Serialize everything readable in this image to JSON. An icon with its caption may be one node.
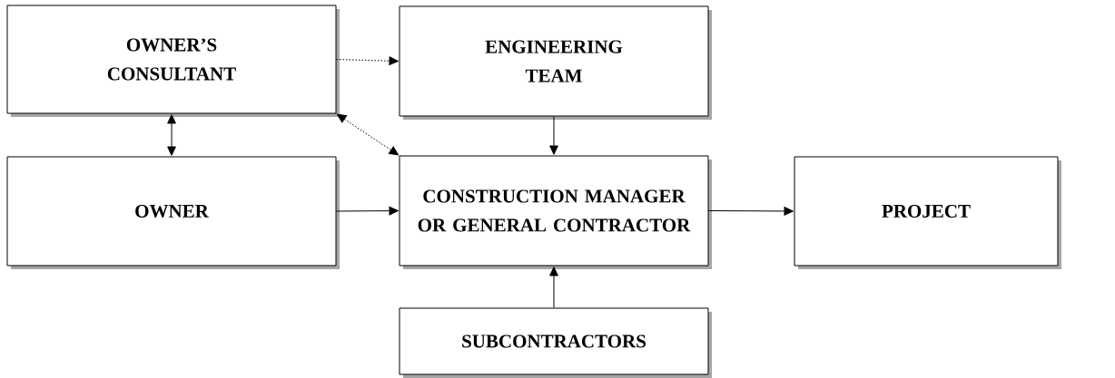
{
  "diagram": {
    "nodes": [
      {
        "text": [
          "OWNER’S CONSULTANT"
        ]
      },
      {
        "text": [
          "ENGINEERING TEAM"
        ]
      },
      {
        "text": [
          "OWNER"
        ]
      },
      {
        "text": [
          "CONSTRUCTION MANAGER OR GENERAL CONTRACTOR"
        ]
      },
      {
        "text": [
          "PROJECT"
        ]
      },
      {
        "text": [
          "SUBCONTRACTORS"
        ]
      }
    ],
    "edges": [
      {
        "from": 0,
        "to": 1,
        "arrow": "to",
        "style": "dashed"
      },
      {
        "from": 0,
        "to": 3,
        "arrow": "both",
        "style": "dashed"
      },
      {
        "from": 0,
        "to": 2,
        "arrow": "both"
      },
      {
        "from": 1,
        "to": 3,
        "arrow": "to"
      },
      {
        "from": 2,
        "to": 3,
        "arrow": "to"
      },
      {
        "from": 3,
        "to": 4,
        "arrow": "to"
      },
      {
        "from": 5,
        "to": 3,
        "arrow": "to"
      }
    ]
  }
}
